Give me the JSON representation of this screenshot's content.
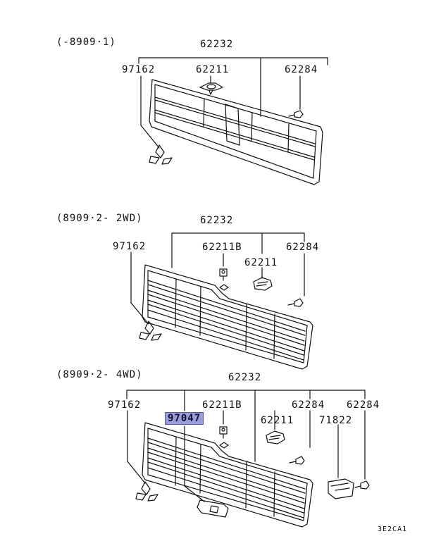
{
  "colors": {
    "highlight": "#9c9cd8",
    "ink": "#111111"
  },
  "diagram_code": "3E2CA1",
  "sections": [
    {
      "header": "(-8909·1)",
      "labels": {
        "p62232": "62232",
        "p97162": "97162",
        "p62211": "62211",
        "p62284": "62284"
      }
    },
    {
      "header": "(8909·2-  2WD)",
      "labels": {
        "p62232": "62232",
        "p97162": "97162",
        "p62211B": "62211B",
        "p62284": "62284",
        "p62211": "62211"
      }
    },
    {
      "header": "(8909·2-  4WD)",
      "labels": {
        "p62232": "62232",
        "p97162": "97162",
        "p97047": "97047",
        "p62211B": "62211B",
        "p62284a": "62284",
        "p62284b": "62284",
        "p62211": "62211",
        "p71822": "71822"
      }
    }
  ]
}
